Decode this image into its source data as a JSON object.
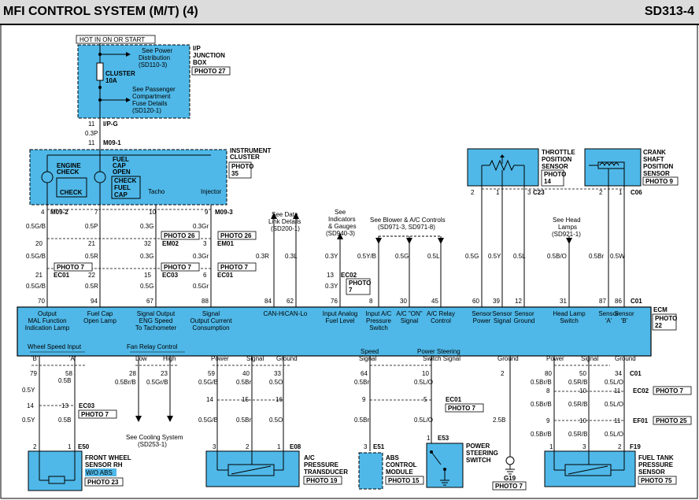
{
  "header": {
    "title": "MFI CONTROL SYSTEM (M/T) (4)",
    "code": "SD313-4"
  },
  "colors": {
    "module": "#4fb8e8",
    "box": "#000000"
  },
  "fusebox": {
    "hot": "HOT IN ON OR START",
    "see1": [
      "See Power",
      "Distribution",
      "(SD110-3)"
    ],
    "fuse": [
      "CLUSTER",
      "10A"
    ],
    "see2": [
      "See Passenger",
      "Compartment",
      "Fuse Details",
      "(SD120-1)"
    ],
    "title": [
      "I/P",
      "JUNCTION",
      "BOX"
    ],
    "photo": "PHOTO 27",
    "pin": "11",
    "conn": "I/P-G",
    "wire": "0.3P",
    "pin2": "11",
    "conn2": "M09-1"
  },
  "cluster": {
    "title": [
      "INSTRUMENT",
      "CLUSTER"
    ],
    "photo": [
      "PHOTO",
      "35"
    ],
    "engine": [
      "ENGINE",
      "CHECK"
    ],
    "check": "CHECK",
    "fuel": [
      "FUEL",
      "CAP",
      "OPEN"
    ],
    "fuelcheck": [
      "CHECK",
      "FUEL",
      "CAP"
    ],
    "tacho": "Tacho",
    "injector": "Injector",
    "pins": [
      "4",
      "7",
      "10",
      "9"
    ],
    "conn_a": "M09-2",
    "conn_b": "M09-3"
  },
  "tps": {
    "title": [
      "THROTTLE",
      "POSITION",
      "SENSOR"
    ],
    "photo": [
      "PHOTO",
      "14"
    ],
    "pins": [
      "2",
      "1",
      "3"
    ],
    "conn": "C23"
  },
  "ckp": {
    "title": [
      "CRANK",
      "SHAFT",
      "POSITION",
      "SENSOR"
    ],
    "photo": "PHOTO 9",
    "pins": [
      "2",
      "1"
    ],
    "conn": "C06"
  },
  "mid": {
    "c1": [
      "0.5G/B",
      "0.5P",
      "0.3G",
      "0.3Gr"
    ],
    "row20": [
      "20",
      "21",
      "32",
      "3"
    ],
    "em02": "EM02",
    "em01": "EM01",
    "ph26": "PHOTO 26",
    "c2": [
      "0.5G/B",
      "0.5R",
      "0.3G",
      "0.3Gr"
    ],
    "row21": [
      "21",
      "22",
      "15",
      "6"
    ],
    "ec01": "EC01",
    "ec03": "EC03",
    "ph7": "PHOTO 7",
    "c3": [
      "0.5G/B",
      "0.5R",
      "0.5G",
      "0.5Gr"
    ]
  },
  "right": {
    "dl": [
      "See Data",
      "Link Details",
      "(SD200-1)"
    ],
    "ig": [
      "See",
      "Indicators",
      "& Gauges",
      "(SD940-3)"
    ],
    "bl": [
      "See Blower & A/C Controls",
      "(SD971-3, SD971-8)"
    ],
    "hl": [
      "See Head",
      "Lamps",
      "(SD921-1)"
    ],
    "w": [
      "0.3R",
      "0.3L",
      "0.3Y",
      "0.5Y/B",
      "0.5G",
      "0.5L",
      "0.5G",
      "0.5Y",
      "0.5L",
      "0.5B/O",
      "0.5Br",
      "0.5W"
    ],
    "ec02": "EC02",
    "p13": "13",
    "p7": [
      "PHOTO",
      "7"
    ]
  },
  "ecm": {
    "title": "ECM",
    "photo": [
      "PHOTO",
      "22"
    ],
    "c01": "C01",
    "pins_top": [
      "70",
      "94",
      "67",
      "88",
      "84",
      "62",
      "76",
      "8",
      "30",
      "45",
      "60",
      "39",
      "12",
      "31",
      "87",
      "86"
    ],
    "labels_top": [
      [
        "Output",
        "MAL Function",
        "Indication Lamp"
      ],
      [
        "Fuel Cap",
        "Open Lamp"
      ],
      [
        "Signal Output",
        "ENG Speed",
        "To Tachometer"
      ],
      [
        "Signal",
        "Output Current",
        "Consumption"
      ],
      [
        "CAN-Hi"
      ],
      [
        "CAN-Lo"
      ],
      [
        "Input Analog",
        "Fuel Level"
      ],
      [
        "Input A/C",
        "Pressure",
        "Switch"
      ],
      [
        "A/C \"ON\"",
        "Signal"
      ],
      [
        "A/C Relay",
        "Control"
      ],
      [
        "Sensor",
        "Power"
      ],
      [
        "Sensor",
        "Signal"
      ],
      [
        "Sensor",
        "Ground"
      ],
      [
        "Head Lamp",
        "Switch"
      ],
      [
        "Sensor",
        "'A'"
      ],
      [
        "Sensor",
        "'B'"
      ]
    ],
    "ws": "Wheel Speed Input",
    "wsB": "'B'",
    "wsA": "'A'",
    "fr": "Fan Relay Control",
    "low": "Low",
    "high": "High",
    "pwr": "Power",
    "sig": "Signal",
    "gnd": "Ground",
    "ss": "Speed",
    "ss2": "Signal",
    "ps": [
      "Power Steering",
      "Switch Signal"
    ],
    "pins_bot": [
      "79",
      "58",
      "28",
      "23",
      "59",
      "40",
      "33",
      "64",
      "10",
      "2",
      "80",
      "50",
      "34"
    ]
  },
  "bottom": {
    "w1": [
      "0.5Y",
      "0.5B",
      "0.5Br/B",
      "0.5Gr/B",
      "0.5G/B",
      "0.5Br",
      "0.5O",
      "0.5Br",
      "0.5L/O",
      "0.5Br/B",
      "0.5R/B",
      "0.5L/O"
    ],
    "ec03": "EC03",
    "p14": "14",
    "p13": "13",
    "ph7": "PHOTO 7",
    "p14b": "14",
    "p15": "15",
    "p16": "16",
    "p9": "9",
    "p5": "5",
    "ec01": "EC01",
    "ph7b": "PHOTO 7",
    "w2": [
      "0.5Y",
      "0.5B",
      "0.5G/B",
      "0.5Br",
      "0.5O",
      "0.5Br",
      "0.5L/O",
      "2.5B",
      "0.5Br/B",
      "0.5R/B",
      "0.5L/O"
    ],
    "ec02": "EC02",
    "ph7c": "PHOTO 7",
    "ec02p": [
      "8",
      "10",
      "11"
    ],
    "ef01": "EF01",
    "ph25": "PHOTO 25",
    "ef01p": [
      "9",
      "10",
      "11"
    ],
    "cool": [
      "See Cooling System",
      "(SD253-1)"
    ]
  },
  "components": {
    "fw": [
      "FRONT WHEEL",
      "SENSOR RH"
    ],
    "woabs": "W/O ABS",
    "ph23": "PHOTO 23",
    "e50": "E50",
    "fwp": [
      "2",
      "1"
    ],
    "ac": [
      "A/C",
      "PRESSURE",
      "TRANSDUCER"
    ],
    "ph19": "PHOTO 19",
    "e08": "E08",
    "acp": [
      "3",
      "2",
      "1"
    ],
    "abs": [
      "ABS",
      "CONTROL",
      "MODULE"
    ],
    "ph15": "PHOTO 15",
    "e51": "E51",
    "absp": "3",
    "pss": [
      "POWER",
      "STEERING",
      "SWITCH"
    ],
    "e53": "E53",
    "pssp": "1",
    "g19": "G19",
    "ph7": "PHOTO 7",
    "ft": [
      "FUEL TANK",
      "PRESSURE",
      "SENSOR"
    ],
    "ph75": "PHOTO 75",
    "f19": "F19",
    "ftp": [
      "1",
      "3",
      "2"
    ]
  }
}
